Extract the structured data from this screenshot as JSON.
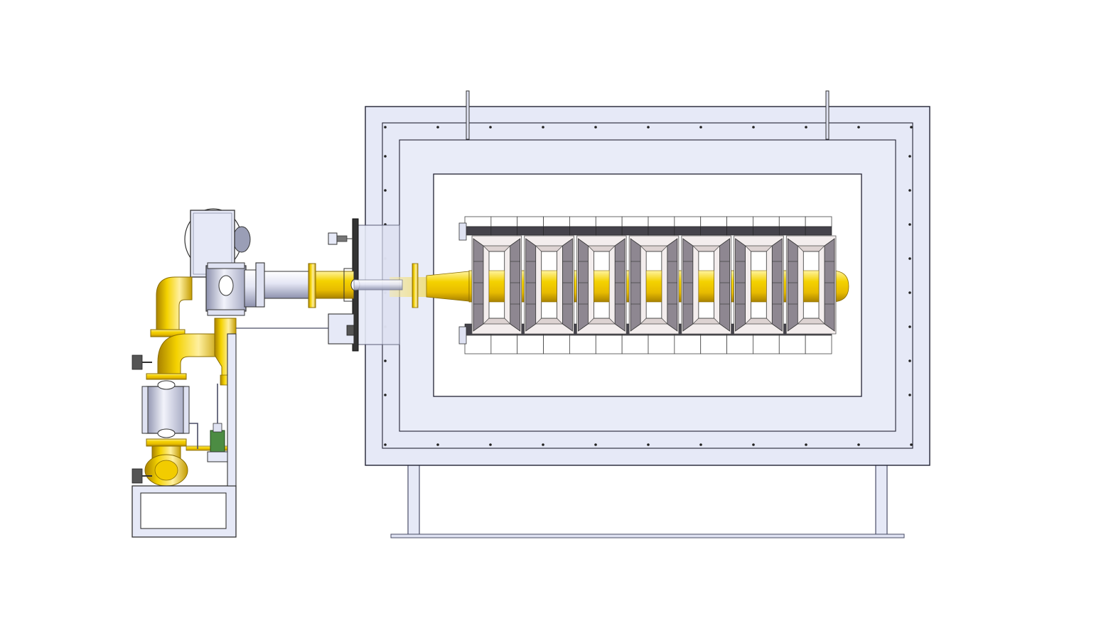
{
  "drawing": {
    "view": "side elevation",
    "palette": {
      "frame_fill": "#e6e9f7",
      "frame_stroke": "#222233",
      "inner_fill": "#ffffff",
      "pipe_yellow": "#f2cc00",
      "pipe_yellow_dark": "#b89300",
      "pipe_yellow_light": "#ffe866",
      "steel_light": "#eef0fb",
      "steel_mid": "#b9bdd6",
      "steel_dark": "#6c7088",
      "block_dark": "#45434b",
      "block_mid": "#8e8791",
      "block_light": "#ddd3d2",
      "block_pale": "#f3eded",
      "valve_green": "#4c8c43",
      "valve_copper": "#c87c28"
    },
    "components": {
      "enclosure": "furnace-enclosure",
      "burner": "gas-burner-assembly",
      "gas_train": "gas-train-piping",
      "blower": "combustion-air-blower",
      "refractory": "refractory-block-array",
      "radiant_tube": "radiant-tube",
      "lifting_lugs": "lifting-lugs",
      "support_frame": "support-stand",
      "base_frame": "gas-train-base-frame"
    },
    "block_array": {
      "columns": 14,
      "frames": 7
    }
  }
}
